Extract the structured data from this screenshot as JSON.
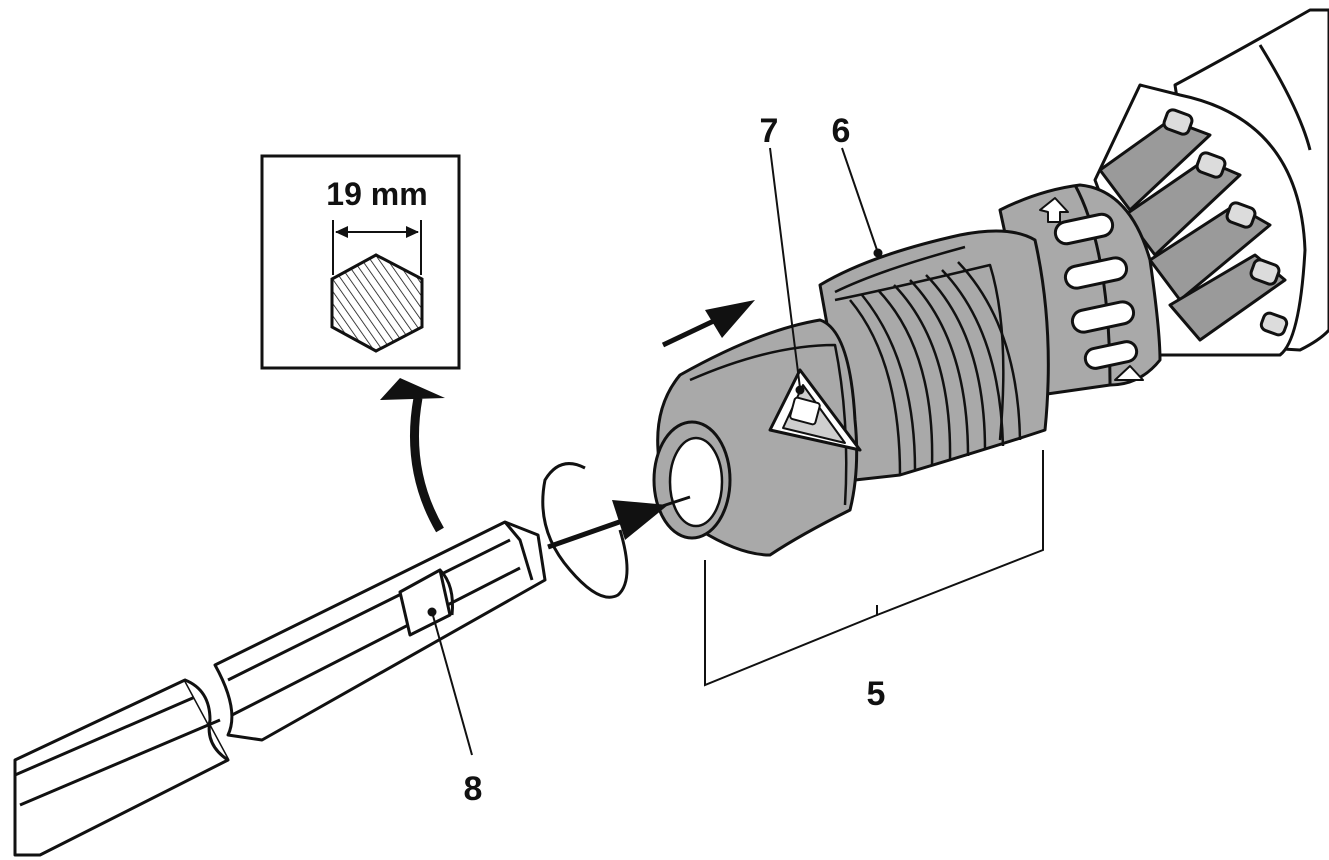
{
  "inset": {
    "dimension_label": "19 mm"
  },
  "callouts": {
    "c5": "5",
    "c6": "6",
    "c7": "7",
    "c8": "8"
  },
  "colors": {
    "line": "#111111",
    "chuck_fill": "#a9a9a9",
    "chuck_shade": "#8c8c8c",
    "paper": "#ffffff"
  }
}
